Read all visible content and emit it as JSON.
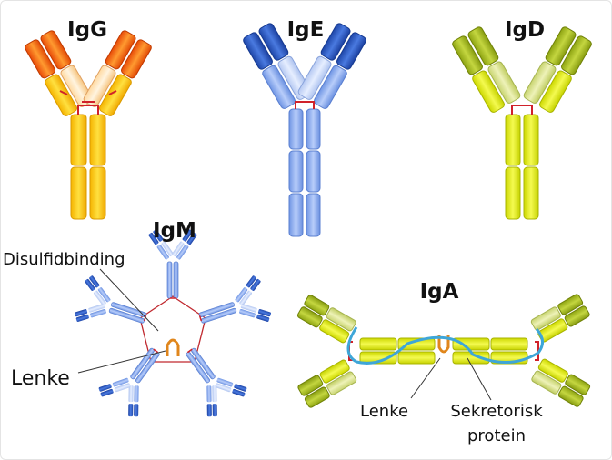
{
  "titles": {
    "igg": "IgG",
    "ige": "IgE",
    "igd": "IgD",
    "igm": "IgM",
    "iga": "IgA"
  },
  "labels": {
    "disulfide": "Disulfidbinding",
    "igm_linker": "Lenke",
    "iga_linker": "Lenke",
    "secretory_1": "Sekretorisk",
    "secretory_2": "protein"
  },
  "colors": {
    "igg_heavy": "#f2c200",
    "igg_tip": "#e8560c",
    "ige_heavy": "#8fb0ef",
    "ige_tip": "#2f5fc4",
    "igd_heavy": "#e2ea16",
    "igd_tip": "#9fb418",
    "disulfide_bond": "#d0222a",
    "secretory_protein": "#3ea6d8",
    "linker": "#e0861c"
  }
}
